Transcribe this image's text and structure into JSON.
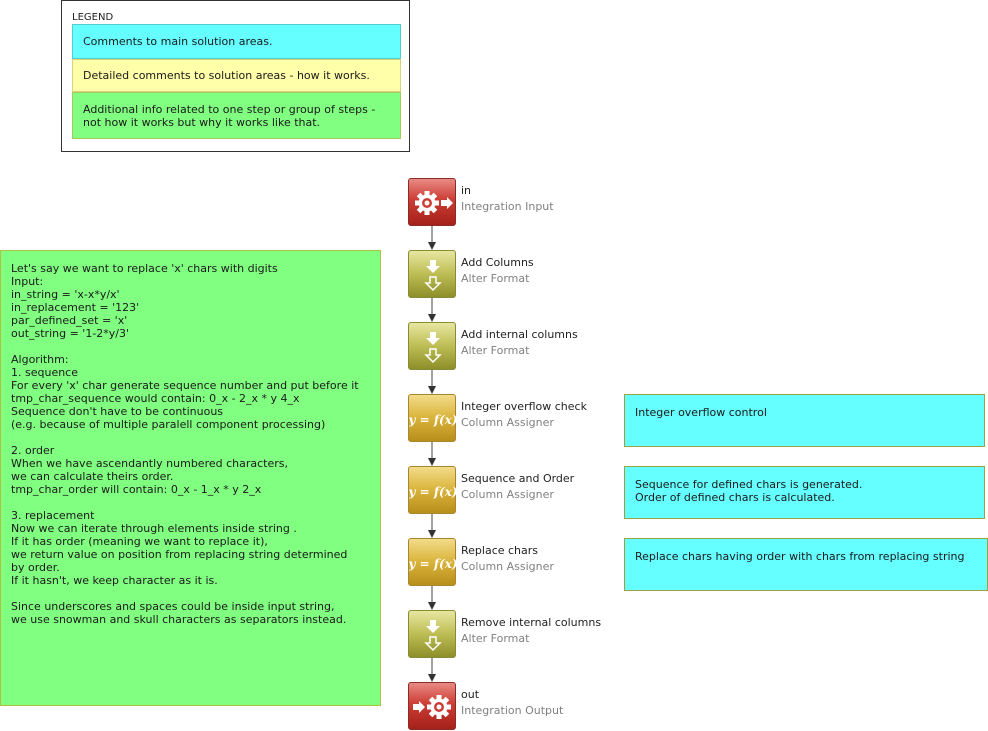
{
  "legend": {
    "title": "LEGEND",
    "main_comment": "Comments to main solution areas.",
    "detail_comment": "Detailed comments to solution areas - how it works.",
    "additional_info": "Additional info related to one step or group of steps -\nnot how it works but why it works like that.",
    "colors": {
      "main": "#66ffff",
      "detail": "#ffffaa",
      "additional": "#80ff80"
    }
  },
  "algorithm_note": "Let's say we want to replace 'x' chars with digits\nInput:\nin_string = 'x-x*y/x'\nin_replacement = '123'\npar_defined_set = 'x'\nout_string = '1-2*y/3'\n\nAlgorithm:\n1. sequence\nFor every 'x' char generate sequence number and put before it\ntmp_char_sequence would contain: 0_x - 2_x * y 4_x\nSequence don't have to be continuous\n(e.g. because of multiple paralell component processing)\n\n2. order\nWhen we have ascendantly numbered characters,\nwe can calculate theirs order.\ntmp_char_order will contain: 0_x - 1_x * y 2_x\n\n3. replacement\nNow we can iterate through elements inside string .\nIf it has order (meaning we want to replace it),\nwe return value on position from replacing string determined\nby order.\nIf it hasn't, we keep character as it is.\n\nSince underscores and spaces could be inside input string,\nwe use snowman and skull characters as separators instead.",
  "nodes": [
    {
      "name": "in",
      "type": "Integration Input",
      "icon": "gear-input-icon"
    },
    {
      "name": "Add Columns",
      "type": "Alter Format",
      "icon": "alter-format-arrows-icon"
    },
    {
      "name": "Add internal columns",
      "type": "Alter Format",
      "icon": "alter-format-arrows-icon"
    },
    {
      "name": "Integer overflow check",
      "type": "Column Assigner",
      "icon": "function-icon"
    },
    {
      "name": "Sequence and Order",
      "type": "Column Assigner",
      "icon": "function-icon"
    },
    {
      "name": "Replace chars",
      "type": "Column Assigner",
      "icon": "function-icon"
    },
    {
      "name": "Remove internal columns",
      "type": "Alter Format",
      "icon": "alter-format-arrows-icon"
    },
    {
      "name": "out",
      "type": "Integration Output",
      "icon": "gear-output-icon"
    }
  ],
  "icon_label": "y = f(x)",
  "step_notes": [
    "Integer overflow control",
    "Sequence for defined chars is generated.\nOrder of defined chars is calculated.",
    "Replace chars having order with chars from replacing string"
  ]
}
